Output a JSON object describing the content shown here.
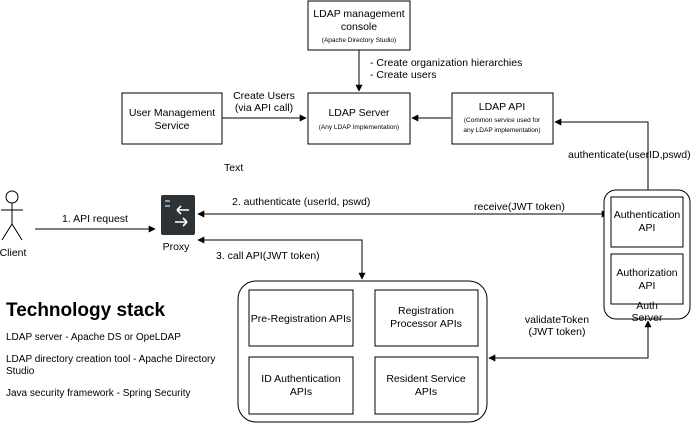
{
  "nodes": {
    "console": {
      "title": "LDAP management console",
      "title_l1": "LDAP management",
      "title_l2": "console",
      "subtitle": "(Apache Directory Studio)"
    },
    "user_mgmt": {
      "l1": "User Management",
      "l2": "Service"
    },
    "ldap_server": {
      "title": "LDAP Server",
      "subtitle": "(Any LDAP Implementation)"
    },
    "ldap_api": {
      "title": "LDAP API",
      "sub1": "(Common service used for",
      "sub2": "any LDAP implementation)"
    },
    "client": {
      "label": "Client"
    },
    "proxy": {
      "label": "Proxy"
    },
    "auth_server": {
      "label_l1": "Auth",
      "label_l2": "Server"
    },
    "authentication_api": {
      "l1": "Authentication",
      "l2": "API"
    },
    "authorization_api": {
      "l1": "Authorization",
      "l2": "API"
    },
    "pre_registration": {
      "label": "Pre-Registration APIs"
    },
    "registration_processor": {
      "l1": "Registration",
      "l2": "Processor APIs"
    },
    "id_authentication": {
      "l1": "ID Authentication",
      "l2": "APIs"
    },
    "resident_service": {
      "l1": "Resident Service",
      "l2": "APIs"
    }
  },
  "edges": {
    "console_note_1": "- Create organization hierarchies",
    "console_note_2": "- Create users",
    "create_users_1": "Create Users",
    "create_users_2": "(via API call)",
    "stray_text": "Text",
    "authenticate_ldap": "authenticate(userID,pswd)",
    "api_request": "1. API request",
    "authenticate_proxy": "2. authenticate (userId, pswd)",
    "receive_jwt": "receive(JWT token)",
    "call_api": "3. call API(JWT token)",
    "validate_1": "validateToken",
    "validate_2": "(JWT token)"
  },
  "tech_stack": {
    "heading": "Technology stack",
    "items": [
      "LDAP server - Apache DS or OpeLDAP",
      "LDAP directory creation tool - Apache Directory Studio",
      "Java security framework - Spring Security"
    ]
  }
}
